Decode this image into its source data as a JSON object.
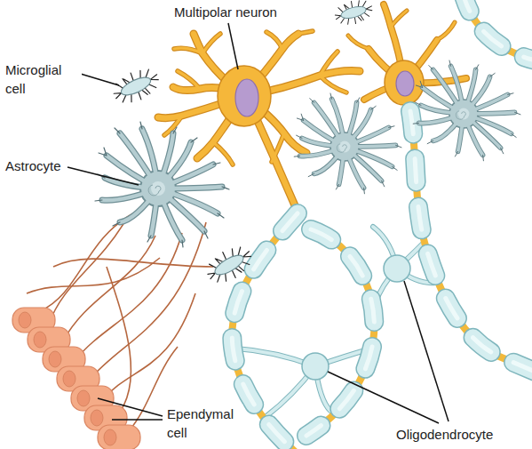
{
  "diagram": {
    "labels": [
      "Multipolar neuron",
      "Microglial cell",
      "Astrocyte",
      "Ependymal cell",
      "Oligodendrocyte"
    ]
  }
}
